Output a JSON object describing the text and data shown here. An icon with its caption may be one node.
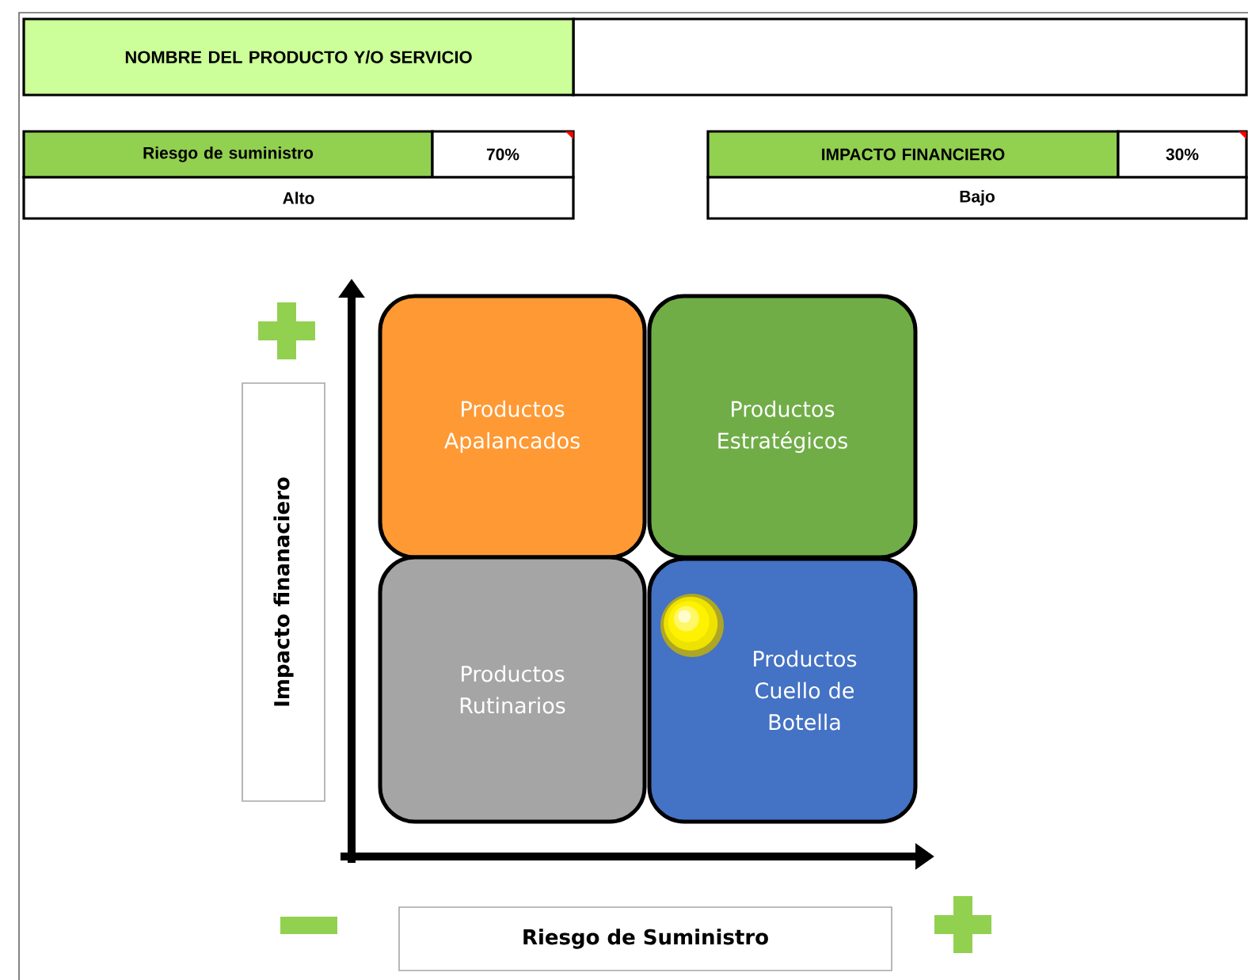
{
  "diagram": {
    "nodes": [
      {
        "text": [
          "Productos Apalancados"
        ]
      },
      {
        "text": [
          "Productos Estratégicos"
        ]
      },
      {
        "text": [
          "Productos Rutinarios"
        ]
      },
      {
        "text": [
          "Productos Cuello de Botella"
        ]
      }
    ],
    "edges": [],
    "labels": [
      "NOMBRE DEL PRODUCTO Y/O SERVICIO",
      "Riesgo de suministro",
      "70%",
      "IMPACTO FINANCIERO",
      "30%",
      "Alto",
      "Bajo",
      "Impacto finanaciero",
      "Riesgo de Suministro"
    ]
  }
}
